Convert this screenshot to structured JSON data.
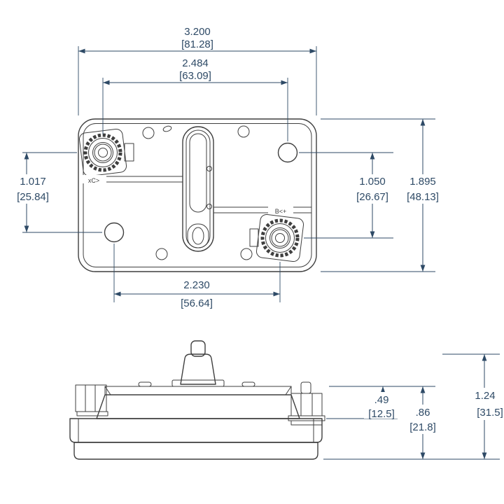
{
  "colors": {
    "dim": "#2e4a66",
    "line": "#3f3f3f",
    "bg": "#ffffff"
  },
  "top_view": {
    "overall_width": {
      "in": "3.200",
      "mm": "[81.28]"
    },
    "stud_spacing": {
      "in": "2.484",
      "mm": "[63.09]"
    },
    "left_offset": {
      "in": "1.017",
      "mm": "[25.84]"
    },
    "right_offset": {
      "in": "1.050",
      "mm": "[26.67]"
    },
    "overall_height": {
      "in": "1.895",
      "mm": "[48.13]"
    },
    "mount_spacing": {
      "in": "2.230",
      "mm": "[56.64]"
    },
    "marking_left": "xC>",
    "marking_right": "B<+"
  },
  "side_view": {
    "stud_height": {
      "in": ".49",
      "mm": "[12.5]"
    },
    "body_height": {
      "in": ".86",
      "mm": "[21.8]"
    },
    "overall_height": {
      "in": "1.24",
      "mm": "[31.5]"
    }
  }
}
